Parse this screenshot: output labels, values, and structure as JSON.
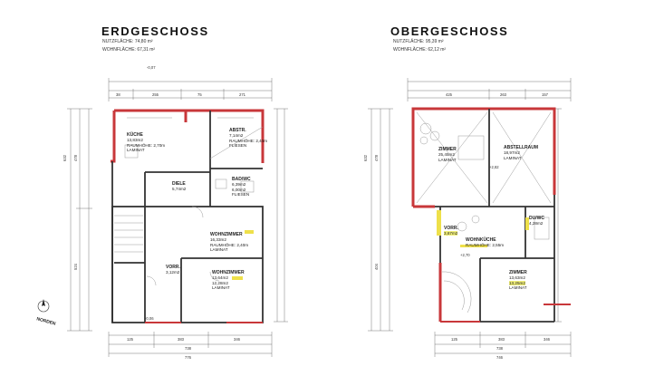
{
  "eg": {
    "title": "ERDGESCHOSS",
    "nutz": "NUTZFLÄCHE: 74,80 m²",
    "wohn": "WOHNFLÄCHE: 67,31 m²",
    "rooms": {
      "kueche": {
        "name": "KÜCHE",
        "area": "13,83m2",
        "height": "RAUMHÖHE: 2,70m",
        "floor": "LAMINAT"
      },
      "abstr": {
        "name": "ABSTR.",
        "area": "7,14m2",
        "height": "RAUMHÖHE: 2,40m",
        "floor": "FLIESEN"
      },
      "bad": {
        "name": "BAD/WC",
        "area": "6,39m2",
        "height": "6,00m2",
        "floor": "FLIESEN"
      },
      "diele": {
        "name": "DIELE",
        "area": "5,74m2"
      },
      "wohn1": {
        "name": "WOHNZIMMER",
        "area": "16,33m2",
        "height": "RAUMHÖHE: 2,40m",
        "floor": "LAMINAT"
      },
      "wohn2": {
        "name": "WOHNZIMMER",
        "area": "13,64m2",
        "height": "12,28m2",
        "floor": "LAMINAT"
      },
      "vorr": {
        "name": "VORR.",
        "area": "3,12m2"
      }
    },
    "dims": {
      "top1": "38",
      "top2": "255",
      "top3": "75",
      "top4": "271",
      "left1": "632",
      "left2": "478",
      "left3": "524",
      "bottom1": "125",
      "bottom2": "383",
      "bottom3": "346",
      "total1": "738",
      "total2": "776",
      "level1": "-0,07",
      "level2": "-0,06"
    },
    "compass_label": "NORDEN"
  },
  "og": {
    "title": "OBERGESCHOSS",
    "nutz": "NUTZFLÄCHE: 95,39 m²",
    "wohn": "WOHNFLÄCHE: 62,12 m²",
    "rooms": {
      "zimmer1": {
        "name": "ZIMMER",
        "area": "25,45m2",
        "height": "LAMINAT"
      },
      "abstell": {
        "name": "ABSTELLRAUM",
        "area": "18,97m2",
        "floor": "LAMINAT"
      },
      "dusche": {
        "name": "DU/WC",
        "area": "4,28m2"
      },
      "vorr": {
        "name": "VORR.",
        "area": "3,67m2"
      },
      "wohnk": {
        "name": "WOHNKÜCHE",
        "area": "",
        "height": "RAUMHÖHE: 2,55m"
      },
      "zimmer2": {
        "name": "ZIMMER",
        "area": "13,63m2",
        "height": "13,25m2",
        "floor": "LAMINAT"
      }
    },
    "dims": {
      "top1": "425",
      "top2": "263",
      "top3": "157",
      "left1": "632",
      "left2": "478",
      "left3": "404",
      "bottom1": "125",
      "bottom2": "383",
      "bottom3": "346",
      "total1": "738",
      "total2": "746",
      "level1": "+2,82",
      "level2": "+2,70"
    }
  }
}
